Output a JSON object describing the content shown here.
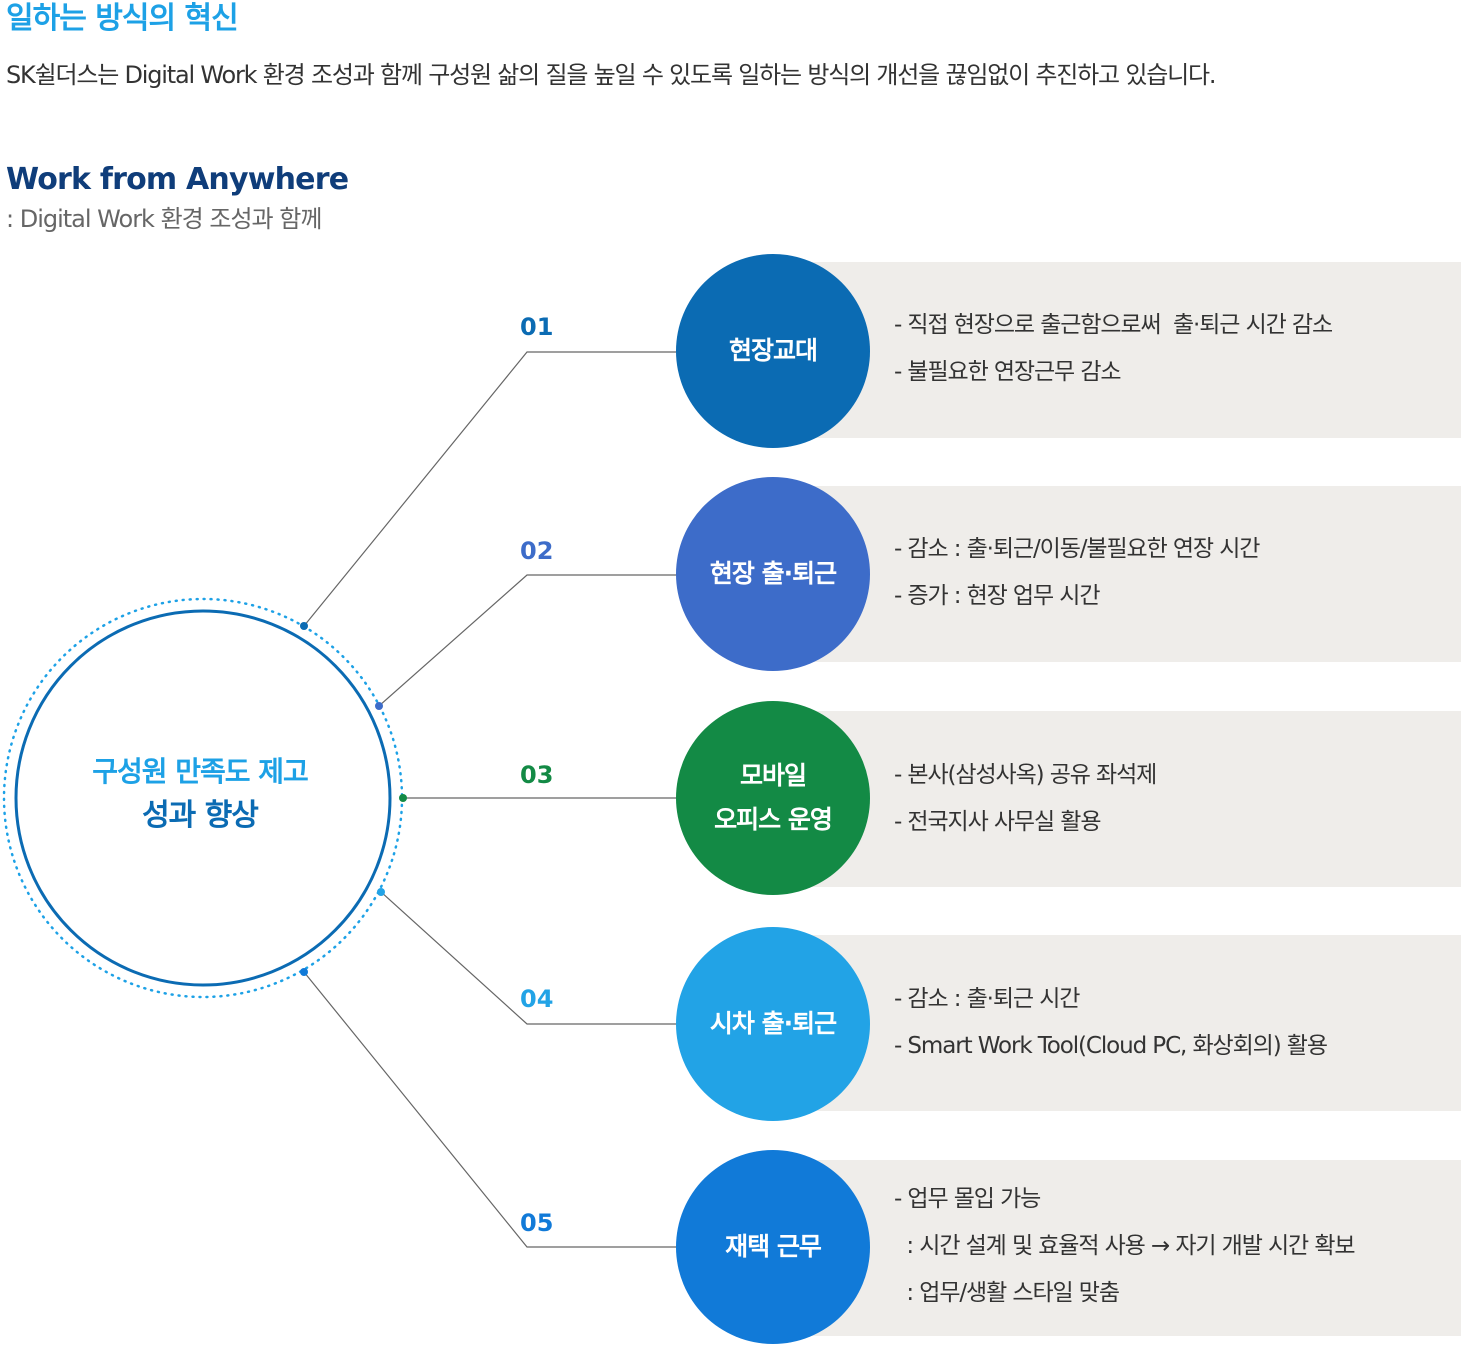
{
  "header": {
    "title": "일하는 방식의 혁신",
    "description": "SK쉴더스는 Digital Work 환경 조성과 함께 구성원 삶의 질을 높일 수 있도록 일하는 방식의 개선을 끊임없이 추진하고 있습니다."
  },
  "section": {
    "title": "Work from Anywhere",
    "subtitle": ": Digital Work  환경 조성과 함께"
  },
  "center": {
    "line1": "구성원 만족도 제고",
    "line2": "성과 향상",
    "ring_color": "#0b6bb3",
    "dot_ring_color": "#1da1e6"
  },
  "items": [
    {
      "number": "01",
      "title": "현장교대",
      "color": "#0b6bb3",
      "lines": [
        "- 직접 현장으로 출근함으로써  출·퇴근 시간 감소",
        "- 불필요한 연장근무 감소"
      ]
    },
    {
      "number": "02",
      "title": "현장 출·퇴근",
      "color": "#3d6cc9",
      "lines": [
        "- 감소 : 출·퇴근/이동/불필요한 연장 시간",
        "- 증가 : 현장 업무 시간"
      ]
    },
    {
      "number": "03",
      "title": "모바일\n오피스 운영",
      "color": "#138a45",
      "lines": [
        "- 본사(삼성사옥) 공유 좌석제",
        "- 전국지사 사무실 활용"
      ]
    },
    {
      "number": "04",
      "title": "시차 출·퇴근",
      "color": "#22a3e6",
      "lines": [
        "- 감소 : 출·퇴근 시간",
        "- Smart Work Tool(Cloud PC, 화상회의) 활용"
      ]
    },
    {
      "number": "05",
      "title": "재택 근무",
      "color": "#117ad8",
      "lines": [
        "- 업무 몰입 가능",
        "  : 시간 설계 및 효율적 사용 → 자기 개발 시간 확보",
        "  : 업무/생활 스타일 맞춤"
      ]
    }
  ]
}
